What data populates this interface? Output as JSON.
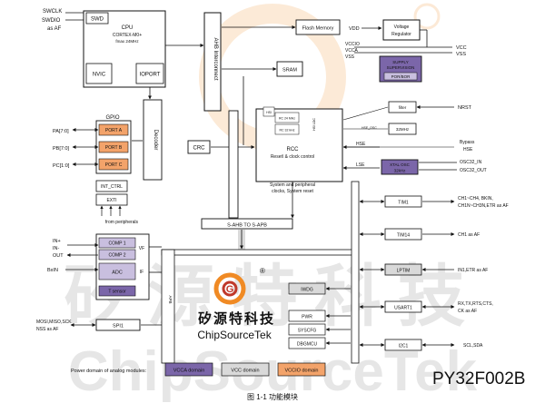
{
  "watermark": {
    "line1": "矽源特科技",
    "line2": "ChipSourceTek"
  },
  "logo": {
    "cn": "矽源特科技",
    "en": "ChipSourceTek",
    "mark_letter": "G",
    "registered": "®"
  },
  "part_number": "PY32F002B",
  "caption": "图 1-1 功能模块",
  "pins_left": {
    "swclk": "SWCLK",
    "swdio": "SWDIO",
    "as_af": "as AF",
    "pa": "PA[7:0]",
    "pb": "PB[7:0]",
    "pc": "PC[1:0]",
    "in_plus": "IN+",
    "in_minus": "IN-",
    "out": "OUT",
    "bxin": "BxIN",
    "spi_pins": "MOSI,MISO,SCK",
    "nss_af": "NSS as AF"
  },
  "blocks": {
    "swd": "SWD",
    "cpu": "CPU",
    "cortex": "CORTEX-M0+",
    "fmax": "fmax 24MHz",
    "nvic": "NVIC",
    "ioport": "IOPORT",
    "ahb": "AHB Interconnect",
    "flash": "Flash Memory",
    "sram": "SRAM",
    "gpio": "GPIO",
    "port_a": "PORT A",
    "port_b": "PORT B",
    "port_c": "PORT C",
    "decoder": "Decoder",
    "crc": "CRC",
    "int_ctrl": "INT_CTRL",
    "exti": "EXTI",
    "from_peripherals": "from peripherals",
    "hsi": "HSI",
    "rc24": "RC 24 MHz",
    "rc32": "RC 32 kHz",
    "hsi_ldc": "HSI LDC",
    "rcc": "RCC",
    "rcc_sub": "Reset\\ & clock control",
    "sys_periph": "System and peripheral",
    "sys_reset": "clocks, System reset",
    "hse_label": "HSE",
    "lse_label": "LSE",
    "ahb_apb": "S-AHB TO S-APB",
    "comp1": "COMP 1",
    "comp2": "COMP 2",
    "vf": "VF",
    "adc": "ADC",
    "t_sensor": "T sensor",
    "if_label": "IF",
    "spi1": "SPI1",
    "iwdg": "IWDG",
    "pwr": "PWR",
    "syscfg": "SYSCFG",
    "dbgmcu": "DBGMCU",
    "apb_bus": "APB",
    "vdd": "VDD",
    "vddio": "VCCIO",
    "vcca": "VCCA",
    "vss_pin": "VSS",
    "vreg": "Voltage",
    "vreg2": "Regulator",
    "vcc_out": "VCC",
    "vss_out": "VSS",
    "supply_sup": "SUPPLY",
    "supply_sup2": "SUPERVISION",
    "por_bor": "POR/BOR",
    "filter": "filter",
    "nrst": "NRST",
    "hse_osc": "HSE_OSC",
    "mhz32": "32MHz",
    "bypass": "Bypass",
    "hse_out": "HSE",
    "xtal": "XTAL OSC",
    "xtal2": "32kHz",
    "osc32_in": "OSC32_IN",
    "osc32_out": "OSC32_OUT",
    "tim1": "TIM1",
    "tim1_pins": "CH1~CH4, BKIN,",
    "tim1_pins2": "CH1N~CH3N,ETR as AF",
    "tim14": "TIM14",
    "tim14_pins": "CH1 as AF",
    "lptim": "LPTIM",
    "lptim_pins": "IN1,ETR as AF",
    "usart1": "USART1",
    "usart_pins": "RX,TX,RTS,CTS,",
    "usart_pins2": "CK as AF",
    "i2c1": "I2C1",
    "i2c_pins": "SCL,SDA"
  },
  "legend": {
    "title": "Power domain of analog modules:",
    "vcca": "VCCA domain",
    "vcc": "VCC domain",
    "vccio": "VCCIO domain"
  },
  "colors": {
    "purple": "#7b66a9",
    "purple_light": "#c9bfdf",
    "orange": "#f3a36a",
    "orange_light": "#f8c9a6",
    "gray": "#d9d9d9",
    "logo_orange": "#f08a24",
    "logo_red": "#c0392b"
  }
}
